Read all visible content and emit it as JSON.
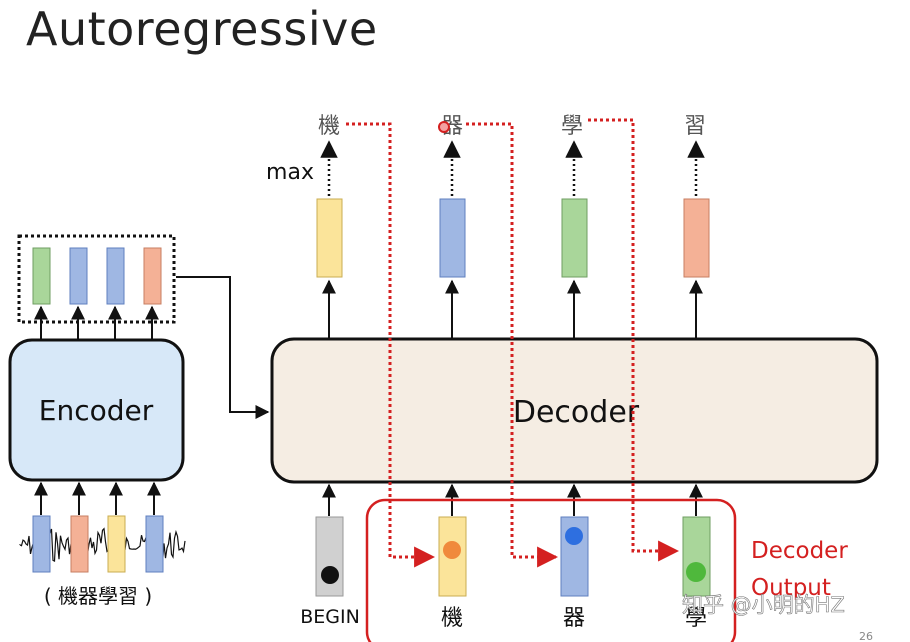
{
  "slide": {
    "title": "Autoregressive",
    "page_number": "26"
  },
  "encoder": {
    "label": "Encoder",
    "input_caption": "( 機器學習 )"
  },
  "decoder": {
    "label": "Decoder",
    "max_label": "max",
    "begin_label": "BEGIN",
    "outputs": [
      "機",
      "器",
      "學",
      "習"
    ],
    "inputs": [
      "機",
      "器",
      "學"
    ],
    "output_box_label_line1": "Decoder",
    "output_box_label_line2": "Output"
  },
  "watermark": "知乎 @小明的HZ",
  "colors": {
    "yellow": "#fbe49a",
    "blue": "#9fb7e3",
    "green": "#a9d69a",
    "orange": "#f4b196",
    "gray": "#d0d0d0",
    "red": "#d42020",
    "encoder_fill": "#d7e8f8",
    "decoder_fill": "#f5ede3"
  }
}
